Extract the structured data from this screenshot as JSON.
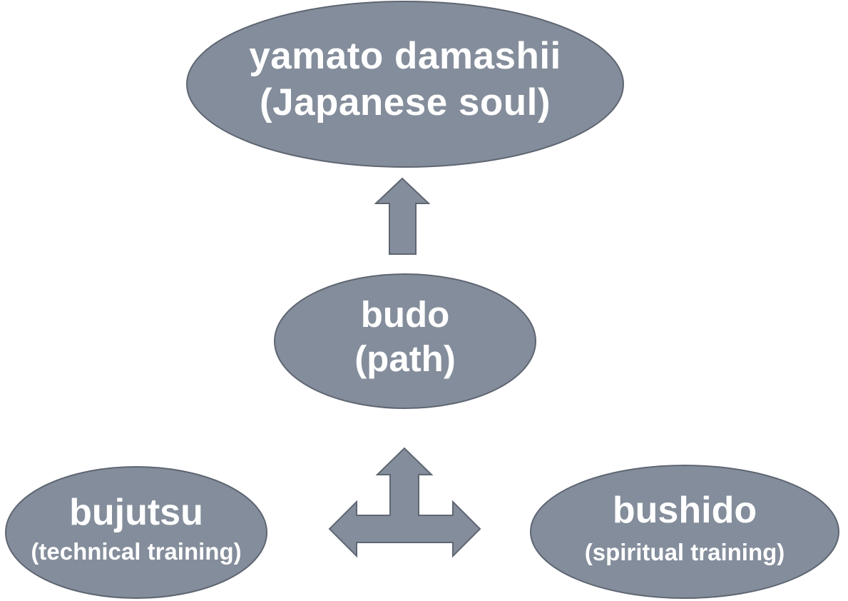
{
  "colors": {
    "node_fill": "#848d9b",
    "node_stroke": "#5f6672",
    "text": "#ffffff",
    "background": "#ffffff"
  },
  "nodes": {
    "soul": {
      "line1": "yamato damashii",
      "line2": "(Japanese soul)"
    },
    "budo": {
      "line1": "budo",
      "line2": "(path)"
    },
    "bujutsu": {
      "title": "bujutsu",
      "subtitle": "(technical training)"
    },
    "bushido": {
      "title": "bushido",
      "subtitle": "(spiritual training)"
    }
  },
  "arrows": {
    "up": {
      "shape": "up-arrow"
    },
    "junction": {
      "shape": "left-right-up-arrow"
    }
  }
}
